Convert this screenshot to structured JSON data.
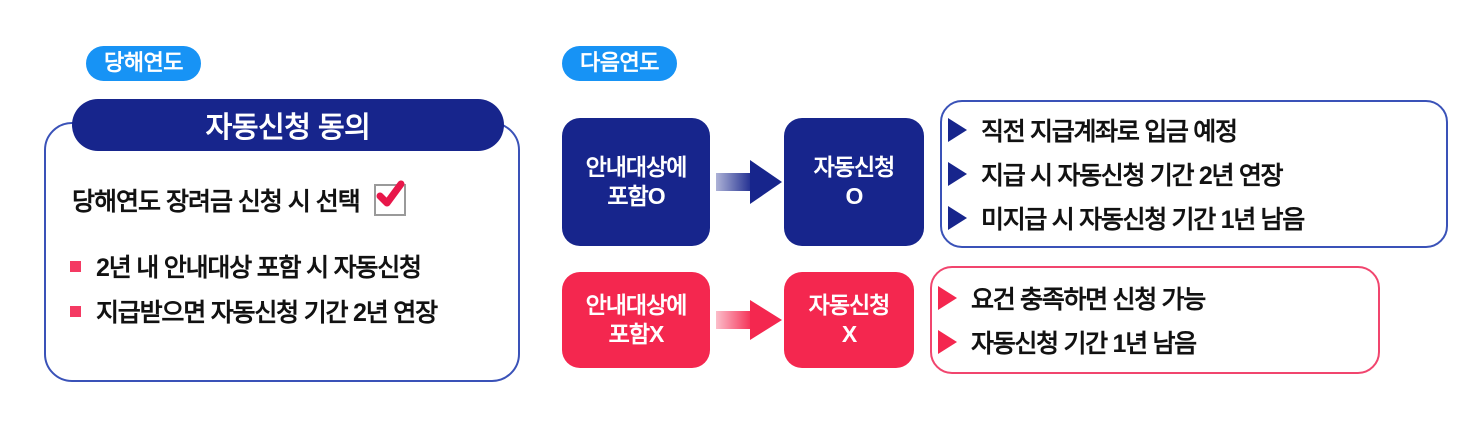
{
  "colors": {
    "badge_blue": "#1793F5",
    "navy": "#17258C",
    "pink": "#F4274F",
    "panel_border_blue": "#3A52B8",
    "panel_border_pink": "#F1456E",
    "bullet_square_pink": "#F43A63",
    "check_red": "#E8174A",
    "text_dark": "#121212"
  },
  "left": {
    "badge": "당해연도",
    "title": "자동신청 동의",
    "headline": "당해연도 장려금 신청 시 선택",
    "checkbox_state": "checked",
    "checkbox_icon": "checkmark-icon",
    "items": [
      "2년 내 안내대상 포함 시 자동신청",
      "지급받으면 자동신청 기간 2년 연장"
    ]
  },
  "right": {
    "badge": "다음연도",
    "rows": [
      {
        "id": "included",
        "variant": "navy",
        "source_label_line1": "안내대상에",
        "source_label_line2": "포함O",
        "arrow_icon": "arrow-right-icon",
        "result_label_line1": "자동신청",
        "result_label_line2": "O",
        "bullets": [
          "직전 지급계좌로  입금 예정",
          "지급 시 자동신청  기간 2년 연장",
          "미지급 시 자동신청  기간 1년 남음"
        ]
      },
      {
        "id": "not-included",
        "variant": "pink",
        "source_label_line1": "안내대상에",
        "source_label_line2": "포함X",
        "arrow_icon": "arrow-right-icon",
        "result_label_line1": "자동신청",
        "result_label_line2": "X",
        "bullets": [
          "요건 충족하면 신청 가능",
          "자동신청 기간 1년 남음"
        ]
      }
    ]
  }
}
